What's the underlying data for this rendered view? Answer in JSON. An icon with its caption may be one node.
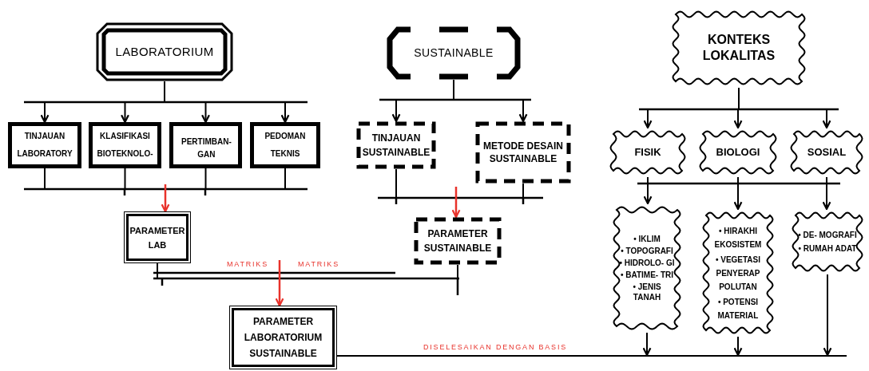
{
  "diagram": {
    "nodes": [
      {
        "text": [
          "LABORATORIUM"
        ]
      },
      {
        "text": [
          "TINJAUAN LABORATORY"
        ]
      },
      {
        "text": [
          "KLASIFIKASI BIOTEKNOLO-"
        ]
      },
      {
        "text": [
          "PERTIMBAN- GAN"
        ]
      },
      {
        "text": [
          "PEDOMAN TEKNIS"
        ]
      },
      {
        "text": [
          "PARAMETER LAB"
        ]
      },
      {
        "text": [
          "SUSTAINABLE"
        ]
      },
      {
        "text": [
          "TINJAUAN SUSTAINABLE"
        ]
      },
      {
        "text": [
          "METODE DESAIN SUSTAINABLE"
        ]
      },
      {
        "text": [
          "PARAMETER SUSTAINABLE"
        ]
      },
      {
        "text": [
          "PARAMETER LABORATORIUM SUSTAINABLE"
        ]
      },
      {
        "text": [
          "KONTEKS LOKALITAS"
        ]
      },
      {
        "text": [
          "FISIK"
        ]
      },
      {
        "text": [
          "BIOLOGI"
        ]
      },
      {
        "text": [
          "SOSIAL"
        ]
      },
      {
        "text": [
          "• IKLIM",
          "• TOPOGRAFI",
          "• HIDROLO- GI",
          "• BATIME- TRI",
          "• JENIS TANAH"
        ]
      },
      {
        "text": [
          "• HIRAKHI EKOSISTEM",
          "• VEGETASI PENYERAP POLUTAN",
          "• POTENSI MATERIAL"
        ]
      },
      {
        "text": [
          "• DE- MOGRAFI",
          "• RUMAH ADAT"
        ]
      }
    ],
    "edges": [
      {
        "from": 0,
        "to": 1,
        "arrow": "to"
      },
      {
        "from": 0,
        "to": 2,
        "arrow": "to"
      },
      {
        "from": 0,
        "to": 3,
        "arrow": "to"
      },
      {
        "from": 0,
        "to": 4,
        "arrow": "to"
      },
      {
        "from": 1,
        "to": 5,
        "arrow": "none"
      },
      {
        "from": 2,
        "to": 5,
        "arrow": "none"
      },
      {
        "from": 3,
        "to": 5,
        "arrow": "none"
      },
      {
        "from": 4,
        "to": 5,
        "arrow": "none"
      },
      {
        "from": null,
        "to": 5,
        "arrow": "to",
        "color": "#e8322b"
      },
      {
        "from": 6,
        "to": 7,
        "arrow": "to"
      },
      {
        "from": 6,
        "to": 8,
        "arrow": "to"
      },
      {
        "from": 7,
        "to": 9,
        "arrow": "none"
      },
      {
        "from": 8,
        "to": 9,
        "arrow": "none"
      },
      {
        "from": null,
        "to": 9,
        "arrow": "to",
        "color": "#e8322b"
      },
      {
        "from": 5,
        "to": 10,
        "arrow": "none",
        "label": "MATRIKS"
      },
      {
        "from": 9,
        "to": 10,
        "arrow": "none",
        "label": "MATRIKS"
      },
      {
        "from": null,
        "to": 10,
        "arrow": "to",
        "color": "#e8322b"
      },
      {
        "from": 11,
        "to": 12,
        "arrow": "to"
      },
      {
        "from": 11,
        "to": 13,
        "arrow": "to"
      },
      {
        "from": 11,
        "to": 14,
        "arrow": "to"
      },
      {
        "from": 12,
        "to": 15,
        "arrow": "to"
      },
      {
        "from": 13,
        "to": 16,
        "arrow": "to"
      },
      {
        "from": 14,
        "to": 17,
        "arrow": "to"
      },
      {
        "from": 10,
        "to": null,
        "arrow": "none",
        "label": "DISELESAIKAN DENGAN BASIS"
      },
      {
        "from": 15,
        "to": null,
        "arrow": "to"
      },
      {
        "from": 16,
        "to": null,
        "arrow": "to"
      },
      {
        "from": 17,
        "to": null,
        "arrow": "to"
      }
    ]
  }
}
